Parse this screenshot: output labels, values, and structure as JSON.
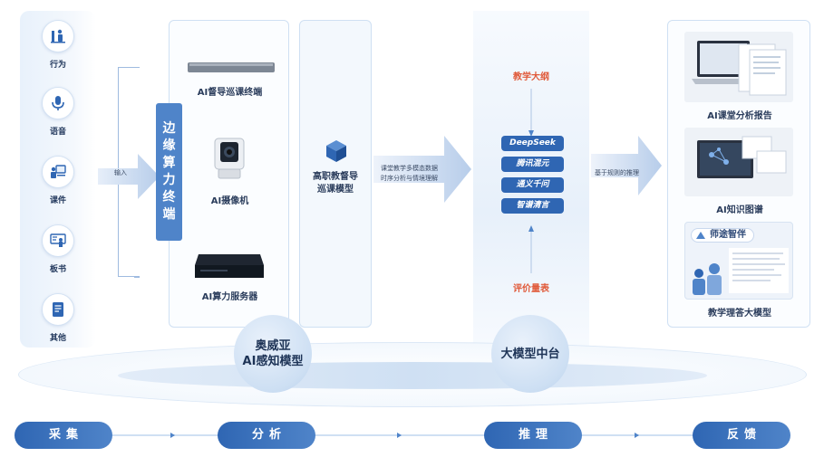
{
  "inputs": [
    {
      "label": "行为",
      "icon": "behavior-icon"
    },
    {
      "label": "语音",
      "icon": "microphone-icon"
    },
    {
      "label": "课件",
      "icon": "courseware-icon"
    },
    {
      "label": "板书",
      "icon": "blackboard-icon"
    },
    {
      "label": "其他",
      "icon": "document-icon"
    }
  ],
  "flow": {
    "input_label": "输入",
    "edge_to_model": [
      "课堂教学多模态数据",
      "时序分析与情境理解"
    ],
    "hub_to_output": "基于规则的推理"
  },
  "edge": {
    "title_chars": [
      "边",
      "缘",
      "算",
      "力",
      "终",
      "端"
    ],
    "devices": [
      {
        "label": "AI督导巡课终端",
        "icon": "rack-terminal-icon"
      },
      {
        "label": "AI摄像机",
        "icon": "camera-icon"
      },
      {
        "label": "AI算力服务器",
        "icon": "server-icon"
      }
    ]
  },
  "model": {
    "title_line1": "高职教督导",
    "title_line2": "巡课模型",
    "icon": "cube-icon"
  },
  "hub": {
    "top_label": "教学大纲",
    "bottom_label": "评价量表",
    "models": [
      "DeepSeek",
      "腾讯混元",
      "通义千问",
      "智谱清言"
    ]
  },
  "outputs": [
    {
      "label": "AI课堂分析报告",
      "icon": "laptop-report-icon"
    },
    {
      "label": "AI知识图谱",
      "icon": "knowledge-graph-icon"
    },
    {
      "label": "教学理答大模型",
      "icon": "chat-assistant-icon",
      "inner_title": "师途智伴"
    }
  ],
  "platforms": [
    {
      "line1": "奥威亚",
      "line2": "AI感知模型"
    },
    {
      "line1": "大模型中台",
      "line2": ""
    }
  ],
  "stages": [
    "采集",
    "分析",
    "推理",
    "反馈"
  ],
  "colors": {
    "primary": "#2f66b3",
    "accent": "#4f84c9",
    "highlight": "#e05a3a",
    "border": "#cfe0f3"
  }
}
